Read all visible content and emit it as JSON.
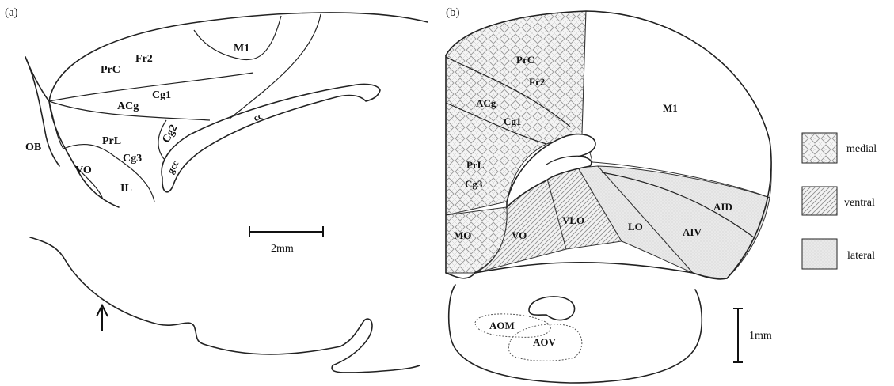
{
  "panel_a": {
    "tag": "(a)",
    "regions": {
      "prc": "PrC",
      "fr2": "Fr2",
      "m1": "M1",
      "acg": "ACg",
      "cg1": "Cg1",
      "cg2": "Cg2",
      "prl": "PrL",
      "cg3": "Cg3",
      "cc": "cc",
      "gcc": "gcc",
      "ob": "OB",
      "vo": "VO",
      "il": "IL"
    },
    "scale_bar": "2mm",
    "arrow": "up-arrow-icon"
  },
  "panel_b": {
    "tag": "(b)",
    "regions": {
      "prc": "PrC",
      "fr2": "Fr2",
      "acg": "ACg",
      "cg1": "Cg1",
      "prl": "PrL",
      "cg3": "Cg3",
      "m1": "M1",
      "mo": "MO",
      "vo": "VO",
      "vlo": "VLO",
      "lo": "LO",
      "aiv": "AIV",
      "aid": "AID",
      "aom": "AOM",
      "aov": "AOV"
    },
    "scale_bar": "1mm"
  },
  "legend": {
    "items": [
      {
        "label": "medial",
        "pattern": "diamond-crosshatch"
      },
      {
        "label": "ventral",
        "pattern": "diagonal-hatch"
      },
      {
        "label": "lateral",
        "pattern": "stipple"
      }
    ]
  }
}
